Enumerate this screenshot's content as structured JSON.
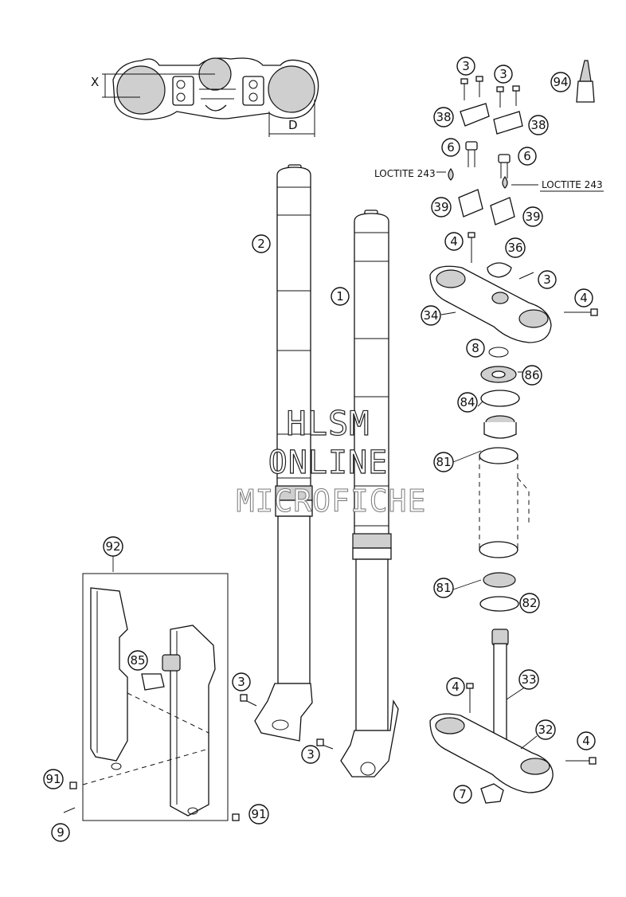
{
  "dimensions": {
    "x_label": "X",
    "d_label": "D"
  },
  "labels": {
    "loctite_left": "LOCTITE 243",
    "loctite_right": "LOCTITE 243"
  },
  "watermark": {
    "line1": "HLSM",
    "line2": "ONLINE",
    "line3": "MICROFICHE"
  },
  "callouts": {
    "c3a": "3",
    "c3b": "3",
    "c94": "94",
    "c38a": "38",
    "c38b": "38",
    "c6a": "6",
    "c6b": "6",
    "c39a": "39",
    "c39b": "39",
    "c2": "2",
    "c1": "1",
    "c4a": "4",
    "c36": "36",
    "c3c": "3",
    "c4b": "4",
    "c34": "34",
    "c8": "8",
    "c86": "86",
    "c84": "84",
    "c81a": "81",
    "c92": "92",
    "c81b": "81",
    "c82": "82",
    "c85": "85",
    "c33": "33",
    "c3d": "3",
    "c4c": "4",
    "c32": "32",
    "c4d": "4",
    "c3e": "3",
    "c91a": "91",
    "c7": "7",
    "c9": "9",
    "c91b": "91"
  }
}
